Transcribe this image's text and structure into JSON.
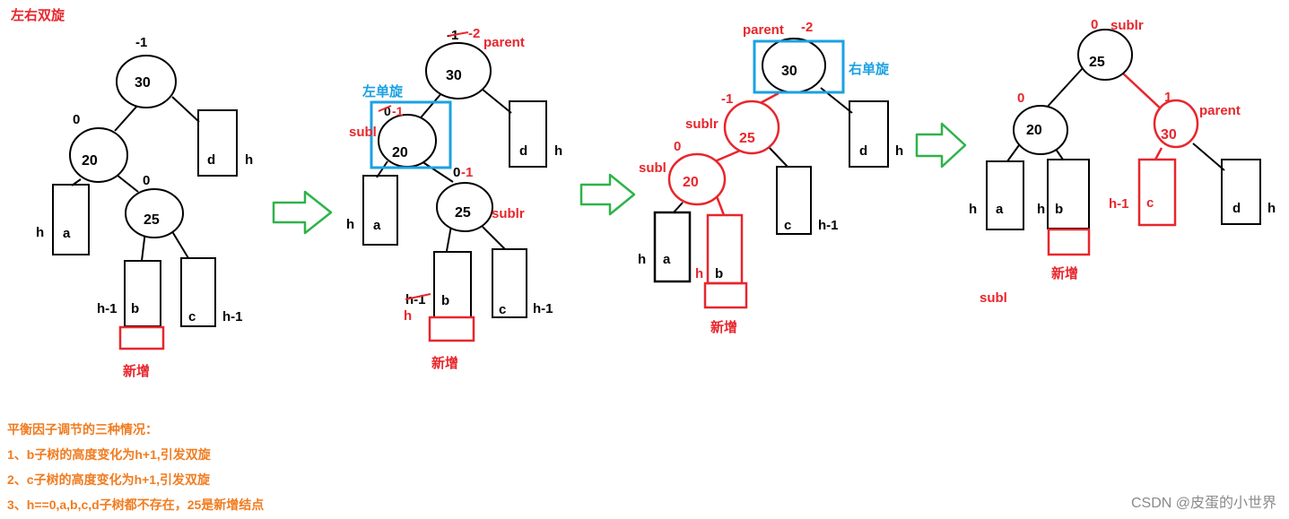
{
  "title": "左右双旋",
  "colors": {
    "black": "#000000",
    "red": "#e8262c",
    "blue": "#1ba1e2",
    "green": "#2eb34a",
    "orange": "#f07c20",
    "watermark": "#8a8a8a"
  },
  "panel1": {
    "bf30": "-1",
    "bf20": "0",
    "bf25": "0",
    "n30": "30",
    "n20": "20",
    "n25": "25",
    "sa": "a",
    "sb": "b",
    "sc": "c",
    "sd": "d",
    "ha": "h",
    "hb": "h-1",
    "hc": "h-1",
    "hd": "h",
    "new_label": "新增"
  },
  "panel2": {
    "bf30": "-1",
    "bf30_new": "-2",
    "parent": "parent",
    "rotate_label": "左单旋",
    "bf20": "0",
    "bf20_new": "-1",
    "subl": "subl",
    "bf25": "0",
    "bf25_new": "-1",
    "sublr": "sublr",
    "n30": "30",
    "n20": "20",
    "n25": "25",
    "sa": "a",
    "sb": "b",
    "sc": "c",
    "sd": "d",
    "ha": "h",
    "hb_old": "h-1",
    "hb_new": "h",
    "hc": "h-1",
    "hd": "h",
    "new_label": "新增"
  },
  "panel3": {
    "parent": "parent",
    "bf30": "-2",
    "rotate_label": "右单旋",
    "bf25": "-1",
    "sublr": "sublr",
    "bf20": "0",
    "subl": "subl",
    "n30": "30",
    "n25": "25",
    "n20": "20",
    "sa": "a",
    "sb": "b",
    "sc": "c",
    "sd": "d",
    "ha": "h",
    "hb": "h",
    "hc": "h-1",
    "hd": "h",
    "new_label": "新增"
  },
  "panel4": {
    "bf25": "0",
    "sublr": "sublr",
    "bf20": "0",
    "bf30": "1",
    "parent": "parent",
    "n25": "25",
    "n20": "20",
    "n30": "30",
    "sa": "a",
    "sb": "b",
    "sc": "c",
    "sd": "d",
    "ha": "h",
    "hb": "h",
    "hc": "h-1",
    "hd": "h",
    "new_label": "新增",
    "subl": "subl"
  },
  "notes": {
    "heading": "平衡因子调节的三种情况：",
    "items": [
      "1、b子树的高度变化为h+1,引发双旋",
      "2、c子树的高度变化为h+1,引发双旋",
      "3、h==0,a,b,c,d子树都不存在，25是新增结点"
    ]
  },
  "watermark": "CSDN @皮蛋的小世界"
}
